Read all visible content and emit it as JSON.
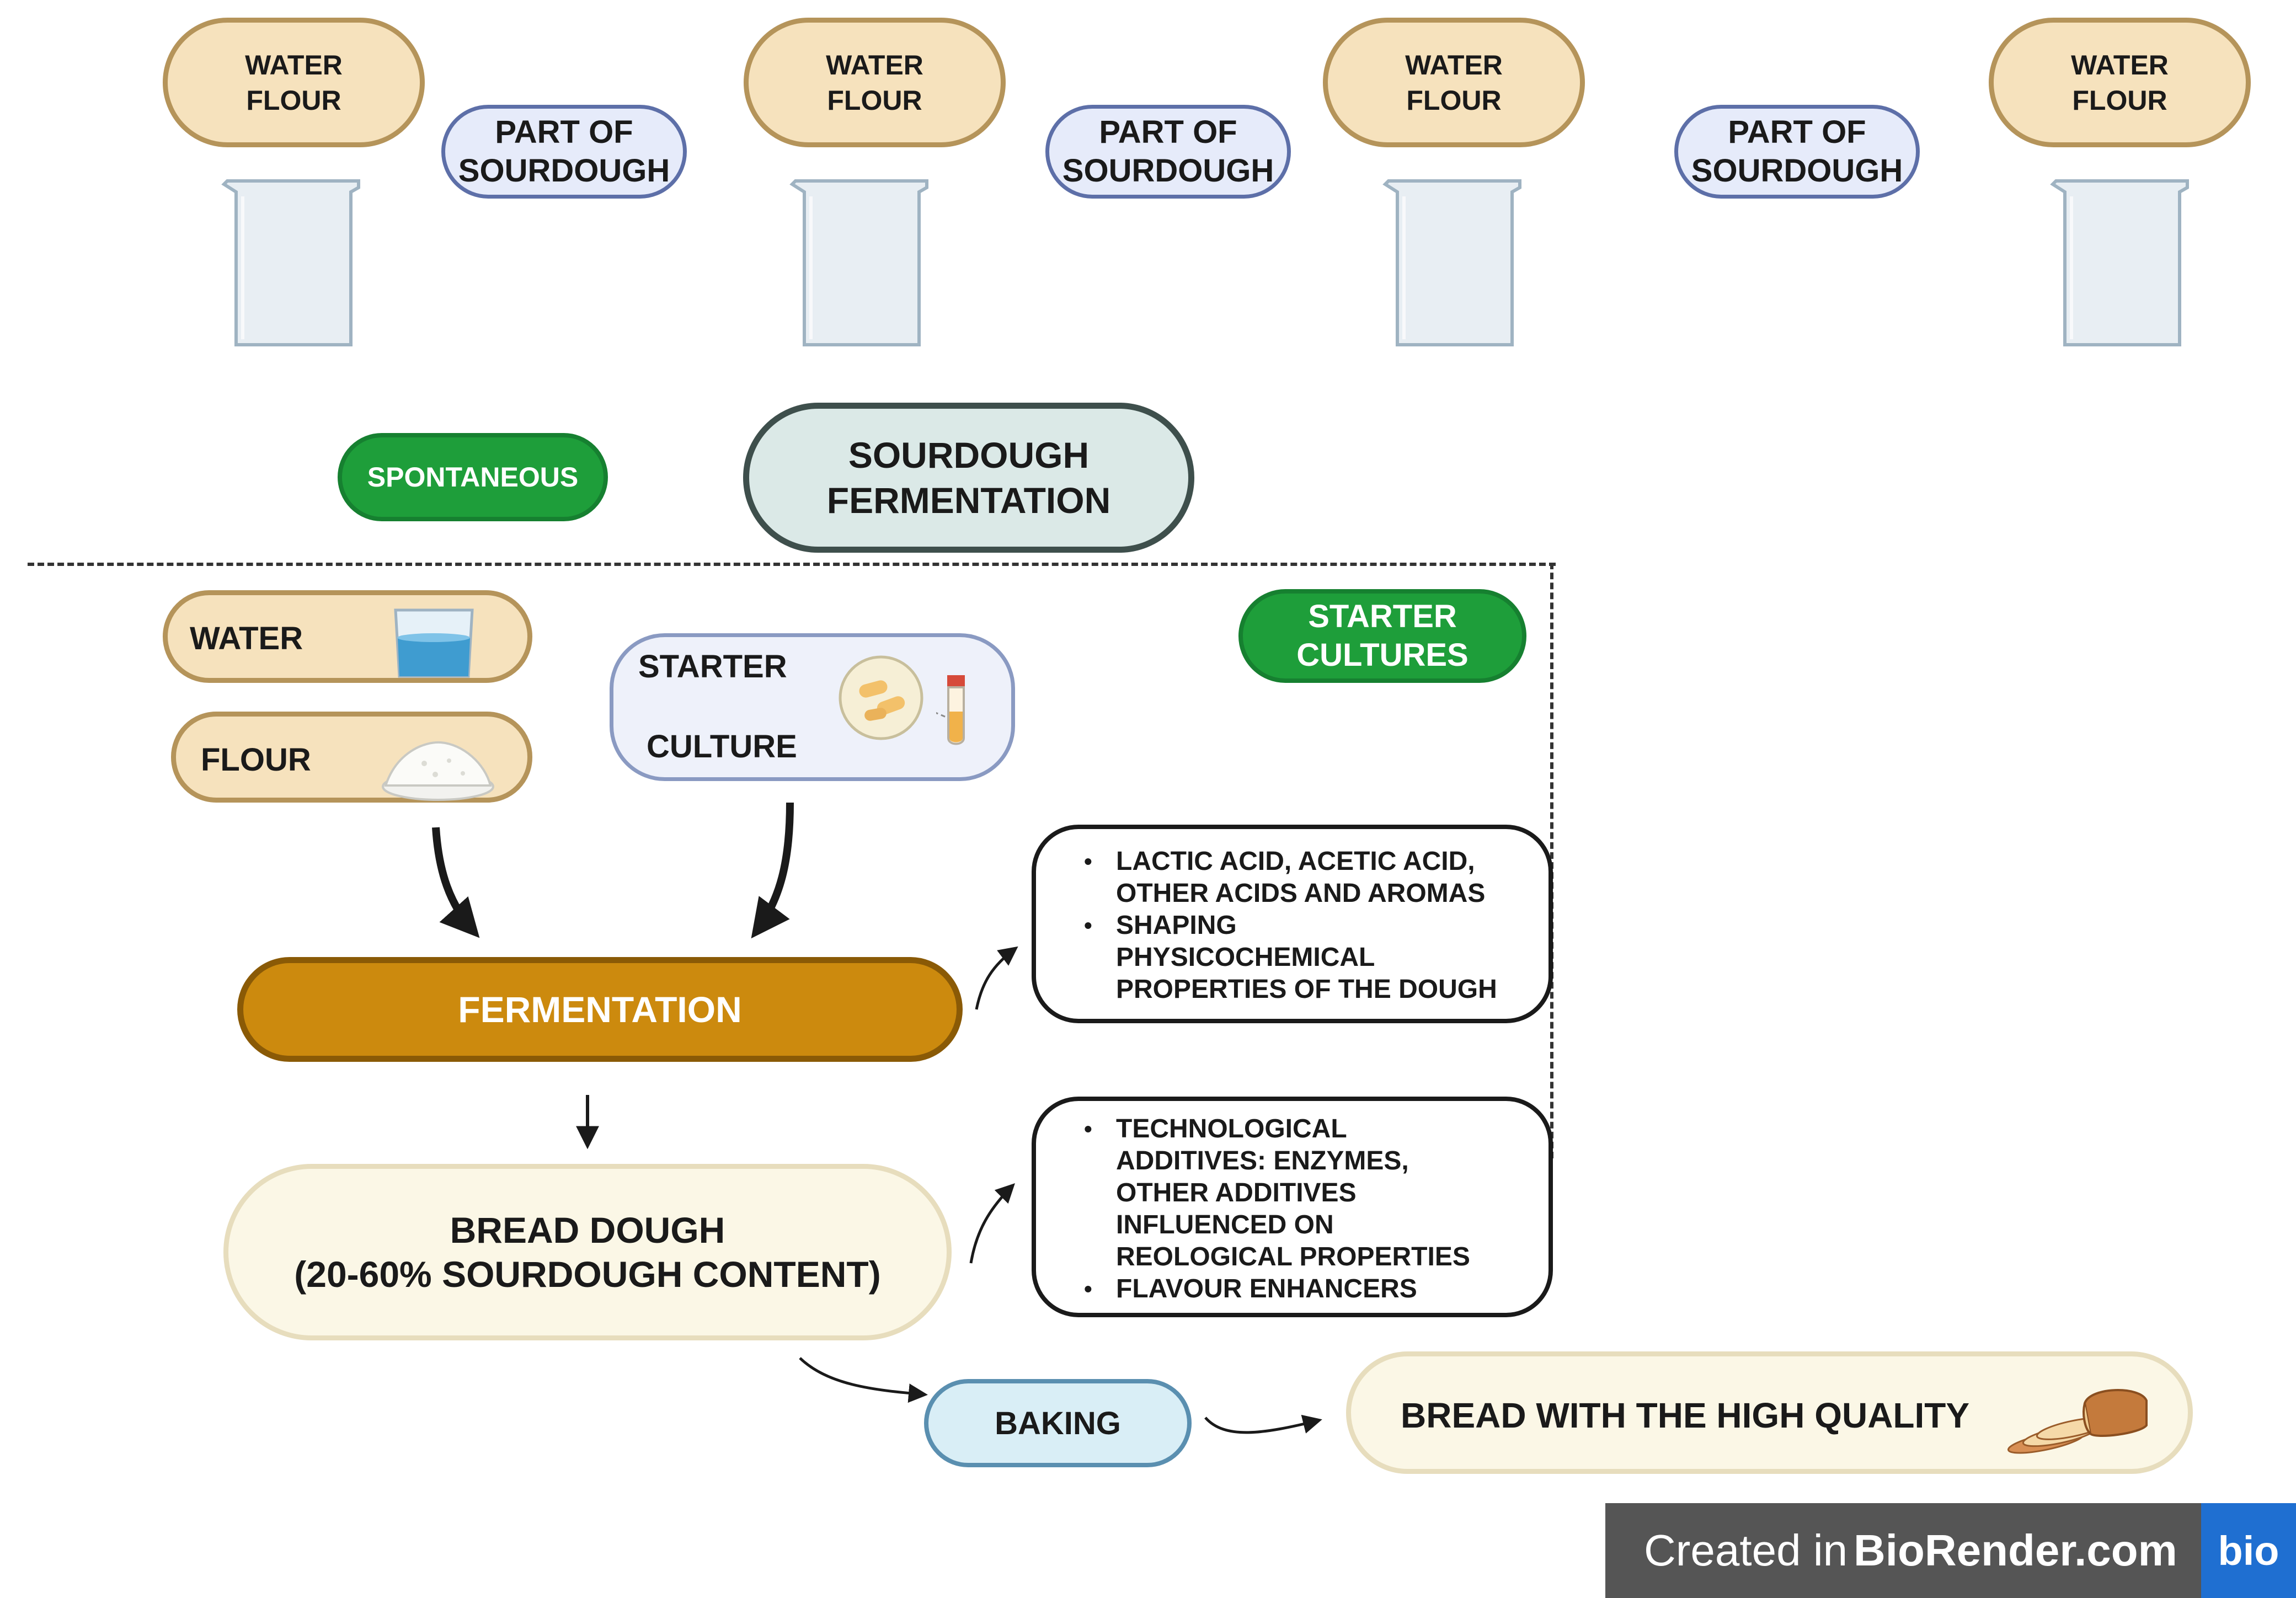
{
  "top_row": {
    "water_flour": [
      {
        "line1": "WATER",
        "line2": "FLOUR"
      },
      {
        "line1": "WATER",
        "line2": "FLOUR"
      },
      {
        "line1": "WATER",
        "line2": "FLOUR"
      },
      {
        "line1": "WATER",
        "line2": "FLOUR"
      }
    ],
    "part_of_sourdough": [
      {
        "line1": "PART OF",
        "line2": "SOURDOUGH"
      },
      {
        "line1": "PART OF",
        "line2": "SOURDOUGH"
      },
      {
        "line1": "PART OF",
        "line2": "SOURDOUGH"
      }
    ]
  },
  "spontaneous_label": "SPONTANEOUS",
  "sourdough_fermentation": {
    "line1": "SOURDOUGH",
    "line2": "FERMENTATION"
  },
  "starter_cultures": {
    "line1": "STARTER",
    "line2": "CULTURES"
  },
  "ingredients": {
    "water": "WATER",
    "flour": "FLOUR",
    "starter_line1": "STARTER",
    "starter_line2": "CULTURE"
  },
  "fermentation_label": "FERMENTATION",
  "bread_dough": {
    "line1": "BREAD DOUGH",
    "line2": "(20-60% SOURDOUGH CONTENT)"
  },
  "effects_box_1": [
    {
      "lines": [
        "LACTIC ACID, ACETIC ACID,",
        "OTHER ACIDS AND AROMAS"
      ]
    },
    {
      "lines": [
        "SHAPING",
        "PHYSICOCHEMICAL",
        "PROPERTIES OF THE DOUGH"
      ]
    }
  ],
  "effects_box_2": [
    {
      "lines": [
        "TECHNOLOGICAL",
        "ADDITIVES: ENZYMES,",
        "OTHER ADDITIVES",
        "INFLUENCED ON",
        "REOLOGICAL PROPERTIES"
      ]
    },
    {
      "lines": [
        "FLAVOUR ENHANCERS"
      ]
    }
  ],
  "baking_label": "BAKING",
  "bread_quality_label": "BREAD WITH THE HIGH QUALITY",
  "watermark": {
    "prefix": "Created in ",
    "brand": "BioRender.com",
    "logo": "bio"
  },
  "colors": {
    "tan_fill": "#f6e2bd",
    "tan_border": "#b5945a",
    "lavender_fill": "#e6ebfa",
    "green": "#1e9e3a",
    "fermentation_fill": "#cc8a0e",
    "fermentation_border": "#8a5a06",
    "cream_fill": "#fbf7e6",
    "baking_fill": "#d9eef6",
    "teal_fill": "#dbe9e7",
    "watermark_bg": "#555555",
    "watermark_logo_bg": "#1f6fd1"
  },
  "icons": [
    "beaker-icon",
    "water-glass-icon",
    "flour-pile-icon",
    "petri-dish-icon",
    "test-tube-icon",
    "sliced-bread-icon"
  ]
}
